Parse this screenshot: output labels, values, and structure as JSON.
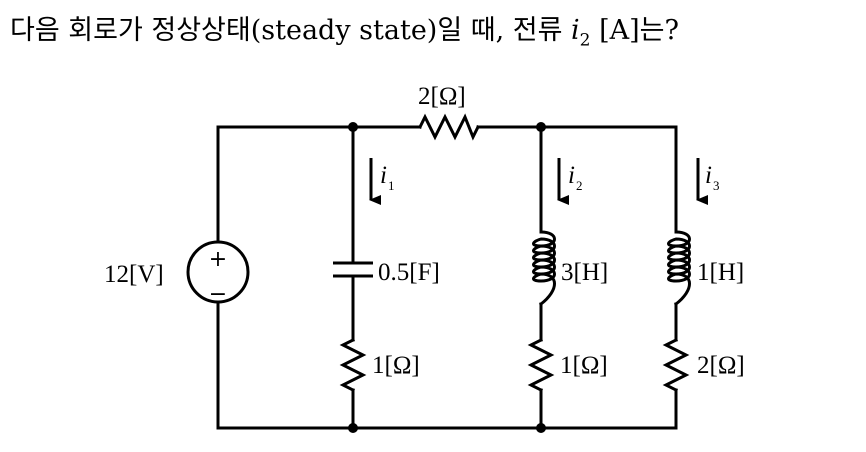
{
  "question": {
    "prefix": "다음 회로가 정상상태(steady state)일 때, 전류 ",
    "var": "i",
    "sub": "2",
    "suffix": " [A]는?"
  },
  "circuit": {
    "source": {
      "label": "12[V]",
      "plus": "+",
      "minus": "−"
    },
    "series_resistor": "2[Ω]",
    "capacitor": "0.5[F]",
    "inductor_mid": "3[H]",
    "inductor_right": "1[H]",
    "resistor_left": "1[Ω]",
    "resistor_mid": "1[Ω]",
    "resistor_right": "2[Ω]",
    "currents": [
      {
        "var": "i",
        "sub": "1"
      },
      {
        "var": "i",
        "sub": "2"
      },
      {
        "var": "i",
        "sub": "3"
      }
    ]
  }
}
